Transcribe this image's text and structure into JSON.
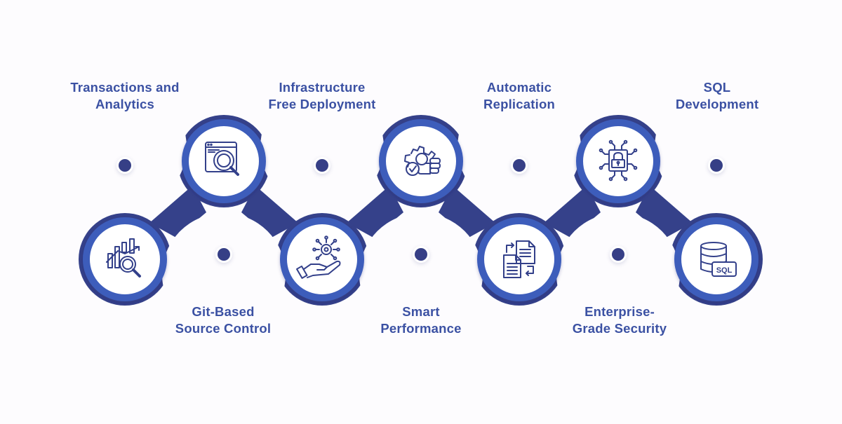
{
  "features": [
    {
      "label_lines": [
        "Transactions and",
        "Analytics"
      ],
      "icon": "analytics-magnifier-icon"
    },
    {
      "label_lines": [
        "Git-Based",
        "Source Control"
      ],
      "icon": "browser-search-icon"
    },
    {
      "label_lines": [
        "Infrastructure",
        "Free Deployment"
      ],
      "icon": "hand-gear-network-icon"
    },
    {
      "label_lines": [
        "Smart",
        "Performance"
      ],
      "icon": "gear-thumbs-up-icon"
    },
    {
      "label_lines": [
        "Automatic",
        "Replication"
      ],
      "icon": "document-replication-icon"
    },
    {
      "label_lines": [
        "Enterprise-",
        "Grade Security"
      ],
      "icon": "circuit-lock-icon"
    },
    {
      "label_lines": [
        "SQL",
        "Development"
      ],
      "icon": "sql-database-icon"
    }
  ],
  "icons": {
    "sql_text": "SQL"
  },
  "colors": {
    "ribbon": "#35418a",
    "ring": "#3c5dbb",
    "label": "#3b51a3",
    "dot": "#363f86",
    "icon_stroke": "#33408a",
    "background": "#fdfcfe"
  }
}
